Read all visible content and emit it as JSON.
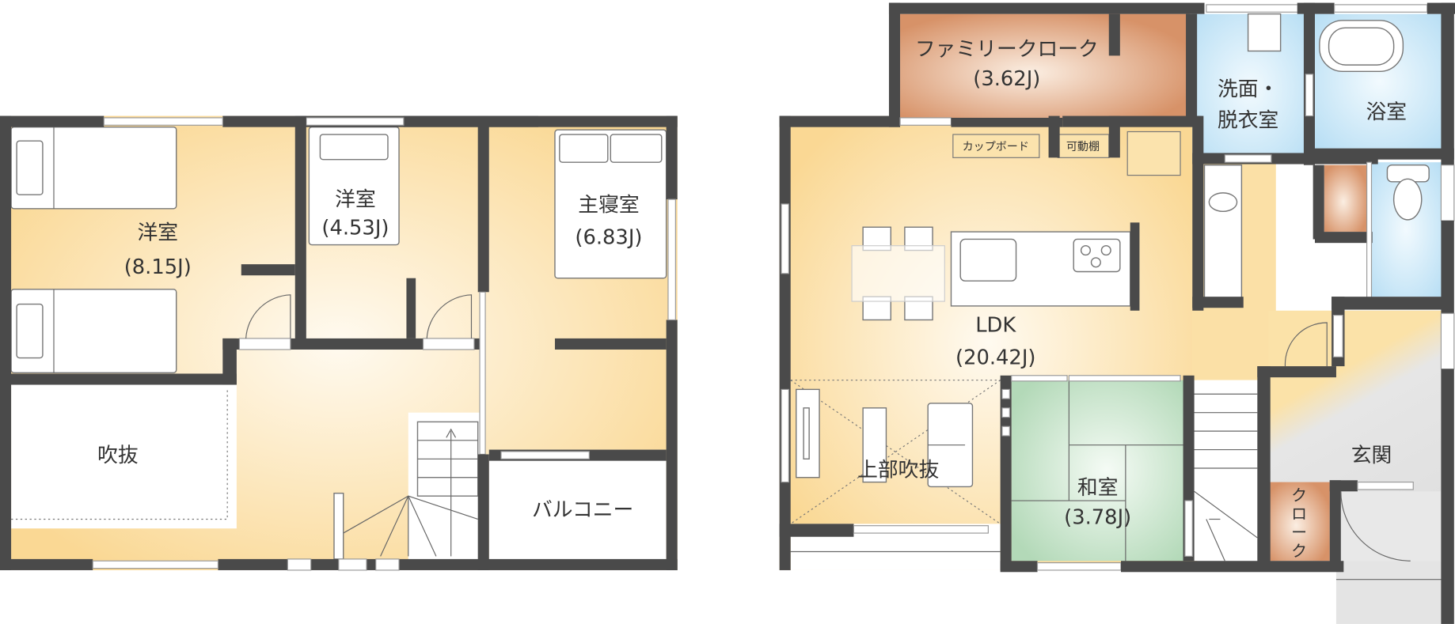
{
  "upper_floor": {
    "rooms": [
      {
        "name": "洋室",
        "area": "(8.15J)"
      },
      {
        "name": "洋室",
        "area": "(4.53J)"
      },
      {
        "name": "主寝室",
        "area": "(6.83J)"
      },
      {
        "name": "吹抜"
      },
      {
        "name": "バルコニー"
      }
    ]
  },
  "ground_floor": {
    "family_closet": {
      "name": "ファミリークローク",
      "area": "(3.62J)"
    },
    "washroom": {
      "line1": "洗面・",
      "line2": "脱衣室"
    },
    "bath": {
      "name": "浴室"
    },
    "cupboard": "カップボード",
    "shelf": "可動棚",
    "ldk": {
      "name": "LDK",
      "area": "(20.42J)"
    },
    "void_above": "上部吹抜",
    "japanese_room": {
      "name": "和室",
      "area": "(3.78J)"
    },
    "entrance": "玄関",
    "cloak": [
      "ク",
      "ロ",
      "ー",
      "ク"
    ]
  },
  "colors": {
    "wall": "#4a4a4a",
    "living": "#fbdc9c",
    "closet": "#d9956a",
    "water": "#bfe2f5",
    "tatami": "#b8dcbc"
  }
}
